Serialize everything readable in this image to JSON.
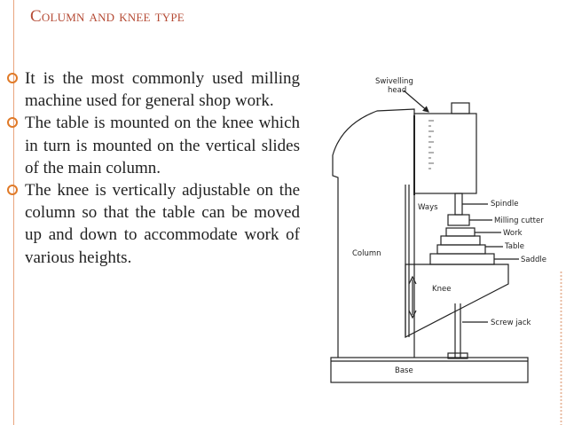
{
  "slide": {
    "title": "Column and knee type",
    "bullets": [
      "It is the most commonly used milling machine used for general shop work.",
      "The table is mounted on the knee which in turn is mounted on the vertical slides of the main column.",
      "The knee is vertically adjustable on the column so that the table can be moved up and down to accommodate work of various heights."
    ]
  },
  "diagram": {
    "labels": {
      "swivelling": "Swivelling",
      "head": "head",
      "spindle": "Spindle",
      "ways": "Ways",
      "milling_cutter": "Milling cutter",
      "work": "Work",
      "table": "Table",
      "saddle": "Saddle",
      "column": "Column",
      "knee": "Knee",
      "screw_jack": "Screw jack",
      "base": "Base"
    }
  },
  "colors": {
    "title": "#b54b35",
    "bullet": "#e07a28",
    "accent_rule": "#e9a57f"
  }
}
